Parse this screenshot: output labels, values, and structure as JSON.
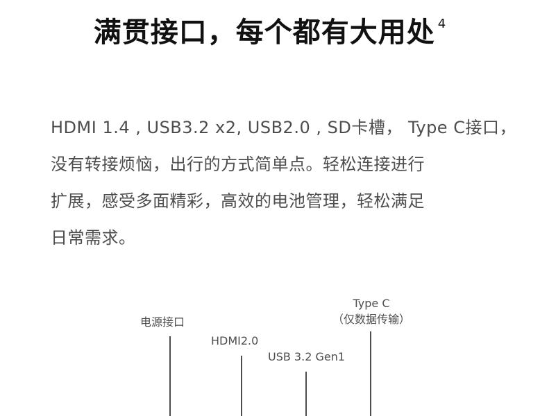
{
  "title": "满贯接口，每个都有大用处",
  "title_footnote": "4",
  "description": {
    "line1": "HDMI 1.4 , USB3.2 x2, USB2.0 , SD卡槽， Type C接口，",
    "line2": "没有转接烦恼，出行的方式简单点。轻松连接进行",
    "line3": "扩展，感受多面精彩，高效的电池管理，轻松满足",
    "line4": "日常需求。"
  },
  "ports": {
    "power": "电源接口",
    "hdmi": "HDMI2.0",
    "usb": "USB 3.2 Gen1",
    "typec": "Type C",
    "typec_note": "（仅数据传输）"
  }
}
